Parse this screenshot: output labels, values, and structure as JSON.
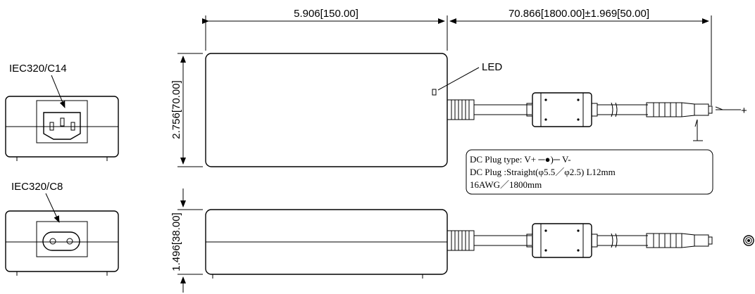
{
  "dimensions": {
    "body_length": "5.906[150.00]",
    "cable_length": "70.866[1800.00]±1.969[50.00]",
    "body_height": "2.756[70.00]",
    "body_thickness": "1.496[38.00]"
  },
  "labels": {
    "inlet_c14": "IEC320/C14",
    "inlet_c8": "IEC320/C8",
    "led": "LED",
    "polarity_plus": "+",
    "polarity_minus": "-"
  },
  "spec_note": {
    "line1": "DC Plug type: V+ ─●)─ V-",
    "line2": "DC Plug :Straight(φ5.5／φ2.5) L12mm",
    "line3": "16AWG／1800mm"
  }
}
